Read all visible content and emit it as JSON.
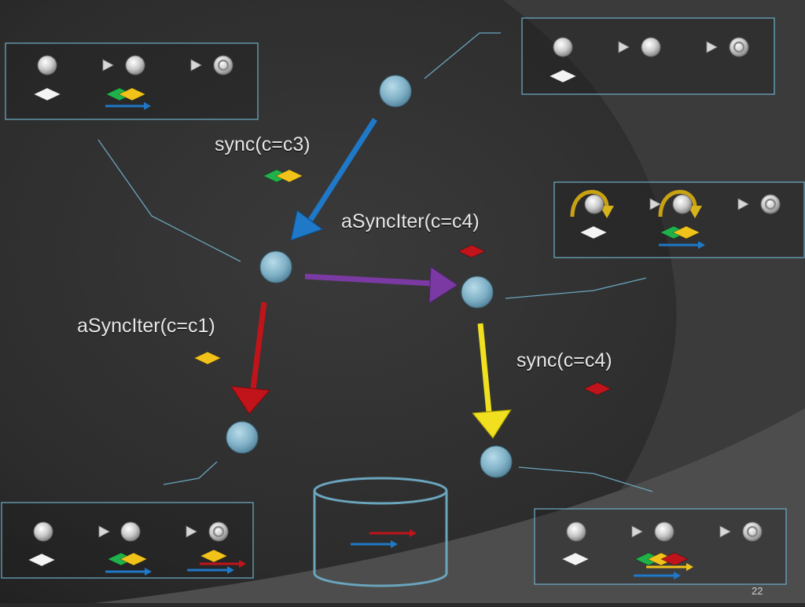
{
  "labels": {
    "sync_c3": "sync(c=c3)",
    "async_c4": "aSyncIter(c=c4)",
    "async_c1": "aSyncIter(c=c1)",
    "sync_c4": "sync(c=c4)"
  },
  "page_number": "22",
  "colors": {
    "background": "#2a2a2a",
    "node": "#7fb0c6",
    "box_border": "#6aa5bd",
    "blue": "#1f78c8",
    "purple": "#7b3aa3",
    "red": "#c0141a",
    "yellow": "#f0e020",
    "green": "#1fb24a",
    "gold": "#f0c21a",
    "white": "#f4f4f4"
  }
}
